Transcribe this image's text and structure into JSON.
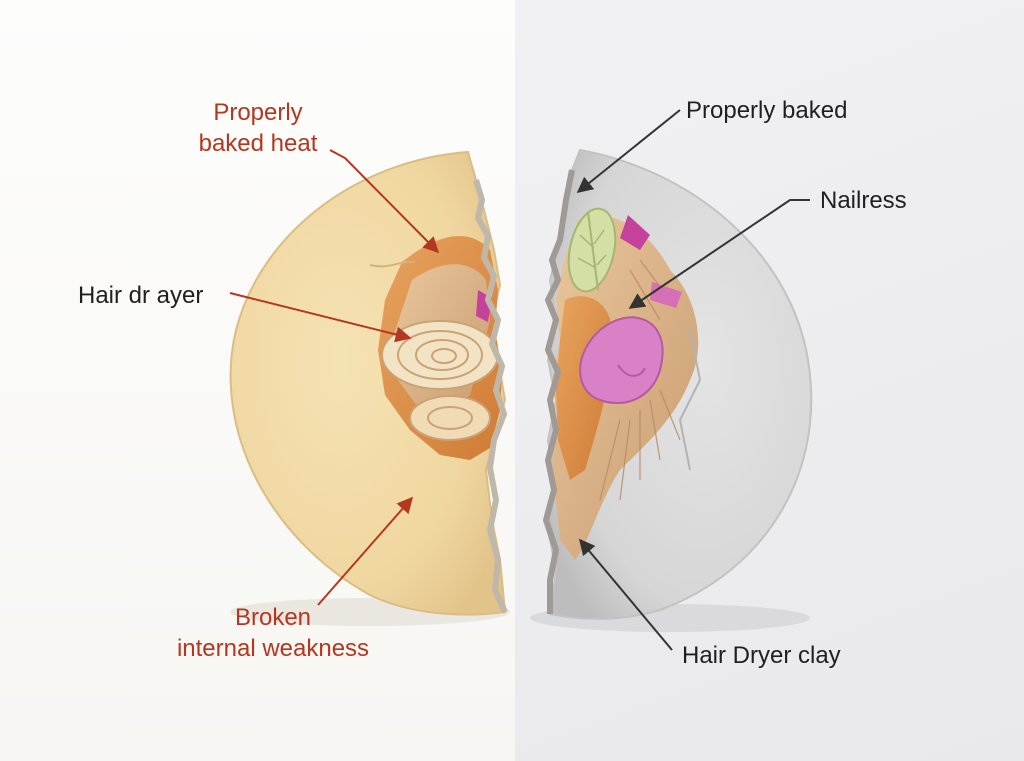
{
  "colors": {
    "red_label": "#b4371f",
    "dark_label": "#1f1f1f",
    "baked_clay": "#f1d9a4",
    "unbaked_clay": "#d9d9d9"
  },
  "labels": {
    "left_top_line1": "Properly",
    "left_top_line2": "baked heat",
    "left_middle": "Hair dr ayer",
    "left_bottom_line1": "Broken",
    "left_bottom_line2": "internal weakness",
    "right_top": "Properly baked",
    "right_middle": "Nailress",
    "right_bottom": "Hair Dryer clay"
  }
}
